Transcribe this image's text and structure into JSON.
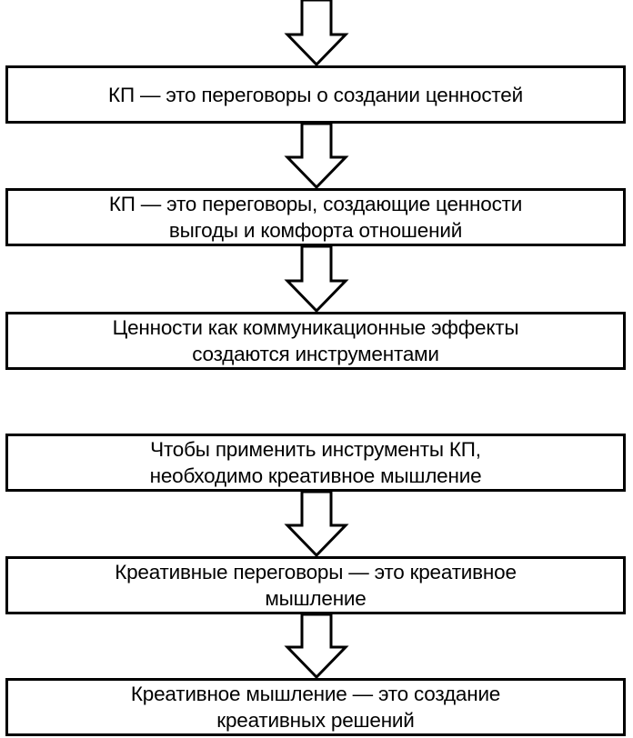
{
  "diagram": {
    "boxes": [
      {
        "text": "КП — это переговоры о создании ценностей"
      },
      {
        "text": "КП — это переговоры, создающие ценности\nвыгоды и комфорта отношений"
      },
      {
        "text": "Ценности как коммуникационные эффекты\nсоздаются инструментами"
      },
      {
        "text": "Чтобы применить инструменты КП,\nнеобходимо креативное мышление"
      },
      {
        "text": "Креативные переговоры — это креативное\nмышление"
      },
      {
        "text": "Креативное мышление — это создание\nкреативных решений"
      }
    ],
    "colors": {
      "stroke": "#000000",
      "fill": "#ffffff"
    }
  }
}
